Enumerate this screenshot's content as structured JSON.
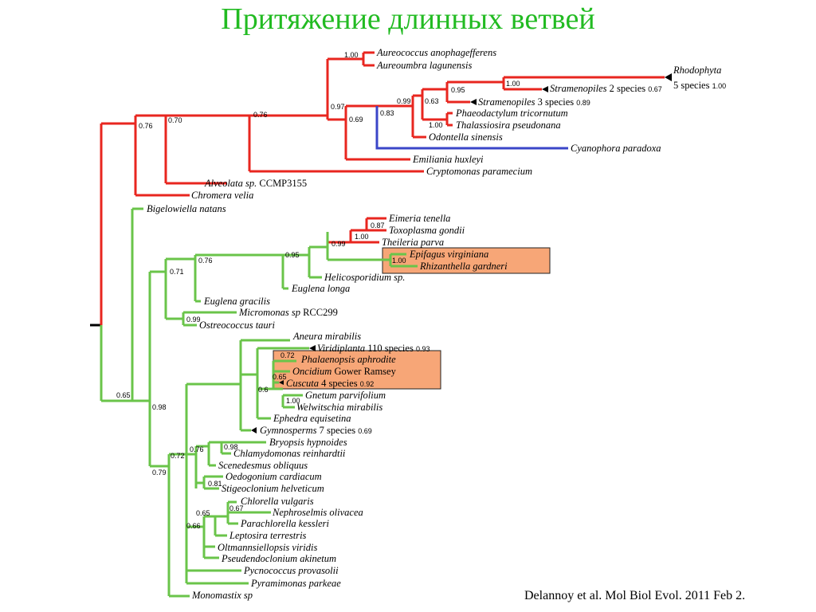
{
  "slide": {
    "title": "Притяжение длинных ветвей",
    "citation": "Delannoy et al. Mol Biol Evol. 2011 Feb 2."
  },
  "colors": {
    "red_clade": "#e8261f",
    "green_clade": "#6ac44a",
    "blue_branch": "#3a46c8",
    "highlight": "#f7a677",
    "title": "#22bb22"
  },
  "taxa": [
    {
      "name": "Aureococcus anophagefferens",
      "clade": "red"
    },
    {
      "name": "Aureoumbra lagunensis",
      "clade": "red"
    },
    {
      "name": "Rhodophyta",
      "extra": "5 species",
      "support": "1.00",
      "collapsed": true,
      "clade": "red"
    },
    {
      "name": "Stramenopiles",
      "extra": "2 species",
      "support": "0.67",
      "collapsed": true,
      "clade": "red"
    },
    {
      "name": "Stramenopiles",
      "extra": "3 species",
      "support": "0.89",
      "collapsed": true,
      "clade": "red"
    },
    {
      "name": "Phaeodactylum tricornutum",
      "clade": "red"
    },
    {
      "name": "Thalassiosira pseudonana",
      "clade": "red"
    },
    {
      "name": "Odontella sinensis",
      "clade": "red"
    },
    {
      "name": "Cyanophora paradoxa",
      "clade": "blue"
    },
    {
      "name": "Emiliania huxleyi",
      "clade": "red"
    },
    {
      "name": "Cryptomonas paramecium",
      "clade": "red"
    },
    {
      "name": "Alveolata sp.",
      "extra": "CCMP3155",
      "clade": "red"
    },
    {
      "name": "Chromera velia",
      "clade": "red"
    },
    {
      "name": "Bigelowiella natans",
      "clade": "green"
    },
    {
      "name": "Eimeria tenella",
      "clade": "red"
    },
    {
      "name": "Toxoplasma gondii",
      "clade": "red"
    },
    {
      "name": "Theileria parva",
      "clade": "red"
    },
    {
      "name": "Epifagus virginiana",
      "clade": "green",
      "highlight": true
    },
    {
      "name": "Rhizanthella gardneri",
      "clade": "green",
      "highlight": true
    },
    {
      "name": "Helicosporidium sp.",
      "clade": "green"
    },
    {
      "name": "Euglena longa",
      "clade": "green"
    },
    {
      "name": "Euglena gracilis",
      "clade": "green"
    },
    {
      "name": "Micromonas sp",
      "extra": "RCC299",
      "clade": "green"
    },
    {
      "name": "Ostreococcus tauri",
      "clade": "green"
    },
    {
      "name": "Aneura mirabilis",
      "clade": "green"
    },
    {
      "name": "Viridiplanta",
      "extra": "110 species",
      "support": "0.93",
      "collapsed": true,
      "clade": "green"
    },
    {
      "name": "Phalaenopsis aphrodite",
      "clade": "green",
      "highlight": true
    },
    {
      "name": "Oncidium",
      "extra": "Gower Ramsey",
      "clade": "green",
      "highlight": true
    },
    {
      "name": "Cuscuta",
      "extra": "4 species",
      "support": "0.92",
      "collapsed": true,
      "clade": "green",
      "highlight": true
    },
    {
      "name": "Gnetum parvifolium",
      "clade": "green"
    },
    {
      "name": "Welwitschia mirabilis",
      "clade": "green"
    },
    {
      "name": "Ephedra equisetina",
      "clade": "green"
    },
    {
      "name": "Gymnosperms",
      "extra": "7 species",
      "support": "0.69",
      "collapsed": true,
      "clade": "green"
    },
    {
      "name": "Bryopsis hypnoides",
      "clade": "green"
    },
    {
      "name": "Chlamydomonas reinhardtii",
      "clade": "green"
    },
    {
      "name": "Scenedesmus obliquus",
      "clade": "green"
    },
    {
      "name": "Oedogonium cardiacum",
      "clade": "green"
    },
    {
      "name": "Stigeoclonium helveticum",
      "clade": "green"
    },
    {
      "name": "Chlorella vulgaris",
      "clade": "green"
    },
    {
      "name": "Nephroselmis olivacea",
      "clade": "green"
    },
    {
      "name": "Parachlorella kessleri",
      "clade": "green"
    },
    {
      "name": "Leptosira terrestris",
      "clade": "green"
    },
    {
      "name": "Oltmannsiellopsis viridis",
      "clade": "green"
    },
    {
      "name": "Pseudendoclonium akinetum",
      "clade": "green"
    },
    {
      "name": "Pycnococcus provasolii",
      "clade": "green"
    },
    {
      "name": "Pyramimonas parkeae",
      "clade": "green"
    },
    {
      "name": "Monomastix sp",
      "clade": "green"
    }
  ],
  "support_values": [
    "1.00",
    "0.97",
    "0.76",
    "0.70",
    "0.76",
    "0.95",
    "0.99",
    "0.63",
    "0.83",
    "0.69",
    "1.00",
    "1.00",
    "0.87",
    "1.00",
    "0.99",
    "0.95",
    "0.76",
    "0.71",
    "0.99",
    "0.65",
    "0.98",
    "0.72",
    "0.79",
    "0.76",
    "0.98",
    "0.81",
    "0.67",
    "0.65",
    "0.66",
    "1.00",
    "0.6",
    "1.00",
    "0.72",
    "0.65"
  ]
}
